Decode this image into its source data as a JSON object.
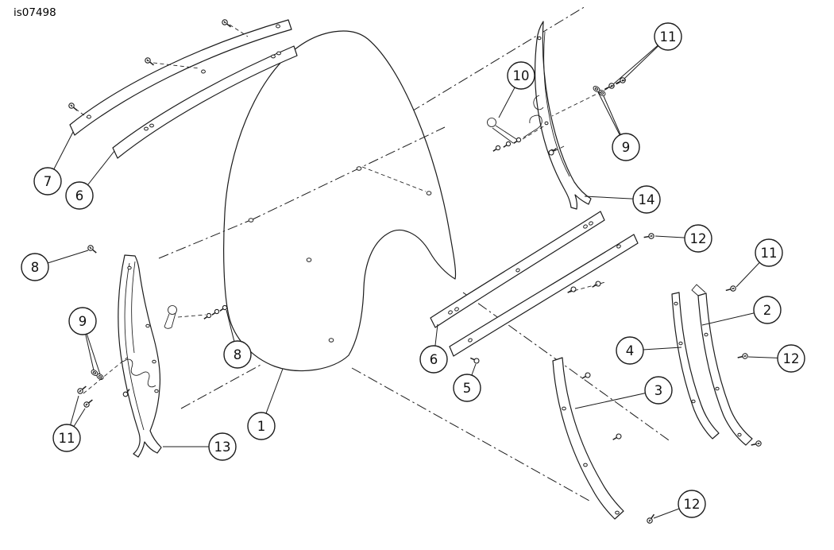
{
  "diagram": {
    "id_label": "is07498",
    "background_color": "#ffffff",
    "line_color": "#1c1c1c"
  },
  "callouts": [
    {
      "part": "7"
    },
    {
      "part": "6"
    },
    {
      "part": "8"
    },
    {
      "part": "9"
    },
    {
      "part": "11"
    },
    {
      "part": "8"
    },
    {
      "part": "13"
    },
    {
      "part": "1"
    },
    {
      "part": "10"
    },
    {
      "part": "11"
    },
    {
      "part": "9"
    },
    {
      "part": "14"
    },
    {
      "part": "12"
    },
    {
      "part": "6"
    },
    {
      "part": "5"
    },
    {
      "part": "4"
    },
    {
      "part": "3"
    },
    {
      "part": "2"
    },
    {
      "part": "11"
    },
    {
      "part": "12"
    },
    {
      "part": "12"
    }
  ]
}
